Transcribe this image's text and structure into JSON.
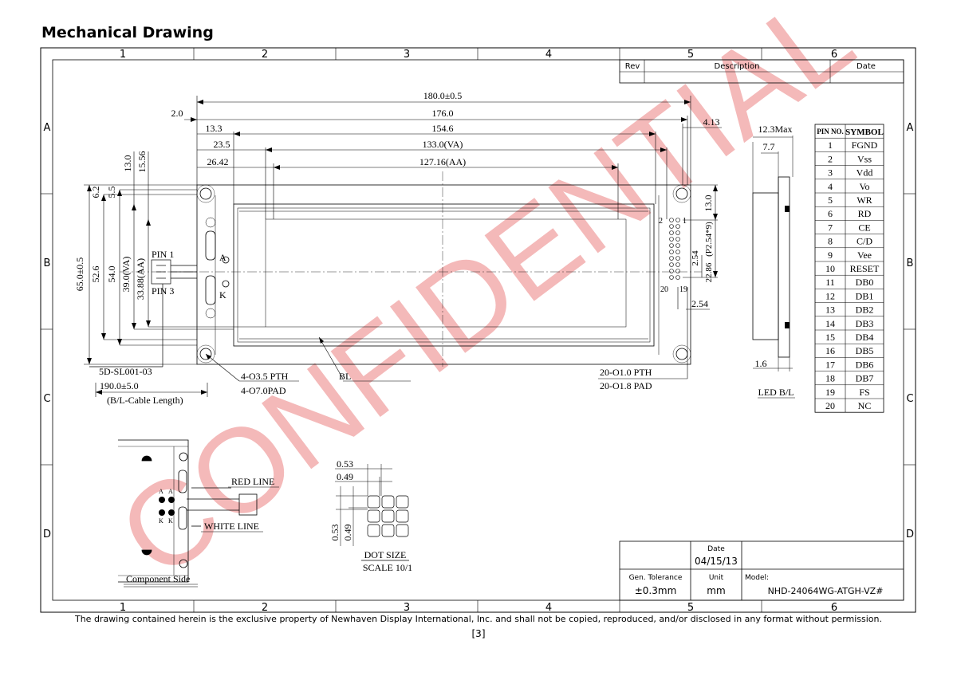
{
  "title": "Mechanical Drawing",
  "grid": {
    "columns": [
      "1",
      "2",
      "3",
      "4",
      "5",
      "6"
    ],
    "rows": [
      "A",
      "B",
      "C",
      "D"
    ]
  },
  "revision_table": {
    "rev": "Rev",
    "description": "Description",
    "date": "Date"
  },
  "dimensions": {
    "overall_width": "180.0±0.5",
    "pcb_width": "176.0",
    "left_offset": "2.0",
    "right_offset": "4.13",
    "va_offset": "13.3",
    "va_pitch_span": "154.6",
    "va_left": "23.5",
    "va_width": "133.0(VA)",
    "aa_left": "26.42",
    "aa_width": "127.16(AA)",
    "vert_13": "13.0",
    "vert_1556": "15.56",
    "vert_62": "6.2",
    "vert_55": "5.5",
    "height": "65.0±0.5",
    "height_526": "52.6",
    "height_54": "54.0",
    "height_va": "39.0(VA)",
    "height_aa": "33.88(AA)",
    "pin1": "PIN 1",
    "pin3": "PIN 3",
    "anode": "A",
    "cathode": "K",
    "connector_part": "5D-SL001-03",
    "cable_length": "190.0±5.0",
    "cable_caption": "(B/L-Cable Length)",
    "pth_holes": "4-O3.5 PTH",
    "pad_holes": "4-O7.0PAD",
    "bl": "BL",
    "hdr_pin2": "2",
    "hdr_pin1": "1",
    "hdr_pin20": "20",
    "hdr_pin19": "19",
    "right_13": "13.0",
    "pitch_note": "(P2.54*9)",
    "pitch_254": "2.54",
    "header_span": "22.86",
    "pitch_254b": "2.54",
    "pth_20": "20-O1.0 PTH",
    "pad_20": "20-O1.8 PAD"
  },
  "side_view": {
    "thickness": "12.3Max",
    "inner": "7.7",
    "pcb": "1.6",
    "caption": "LED B/L"
  },
  "pin_table": {
    "headers": [
      "PIN NO.",
      "SYMBOL"
    ],
    "rows": [
      [
        "1",
        "FGND"
      ],
      [
        "2",
        "Vss"
      ],
      [
        "3",
        "Vdd"
      ],
      [
        "4",
        "Vo"
      ],
      [
        "5",
        "WR"
      ],
      [
        "6",
        "RD"
      ],
      [
        "7",
        "CE"
      ],
      [
        "8",
        "C/D"
      ],
      [
        "9",
        "Vee"
      ],
      [
        "10",
        "RESET"
      ],
      [
        "11",
        "DB0"
      ],
      [
        "12",
        "DB1"
      ],
      [
        "13",
        "DB2"
      ],
      [
        "14",
        "DB3"
      ],
      [
        "15",
        "DB4"
      ],
      [
        "16",
        "DB5"
      ],
      [
        "17",
        "DB6"
      ],
      [
        "18",
        "DB7"
      ],
      [
        "19",
        "FS"
      ],
      [
        "20",
        "NC"
      ]
    ]
  },
  "component_side": {
    "red_line": "RED LINE",
    "white_line": "WHITE LINE",
    "a1": "A",
    "a2": "A",
    "k1": "K",
    "k2": "K",
    "caption": "Component  Side"
  },
  "dot_size": {
    "w1": "0.53",
    "w2": "0.49",
    "h1": "0.53",
    "h2": "0.49",
    "caption": "DOT SIZE",
    "scale": "SCALE 10/1"
  },
  "title_block": {
    "date_label": "Date",
    "date_value": "04/15/13",
    "tolerance_label": "Gen. Tolerance",
    "tolerance_value": "±0.3mm",
    "unit_label": "Unit",
    "unit_value": "mm",
    "model_label": "Model:",
    "model_value": "NHD-24064WG-ATGH-VZ#"
  },
  "watermark": "CONFIDENTIAL",
  "footer": "The drawing contained herein is the exclusive property of Newhaven Display International, Inc. and shall not be copied, reproduced, and/or disclosed in any format without permission.",
  "page_number": "[3]",
  "colors": {
    "watermark": "#f4b9b9",
    "line": "#000000"
  }
}
